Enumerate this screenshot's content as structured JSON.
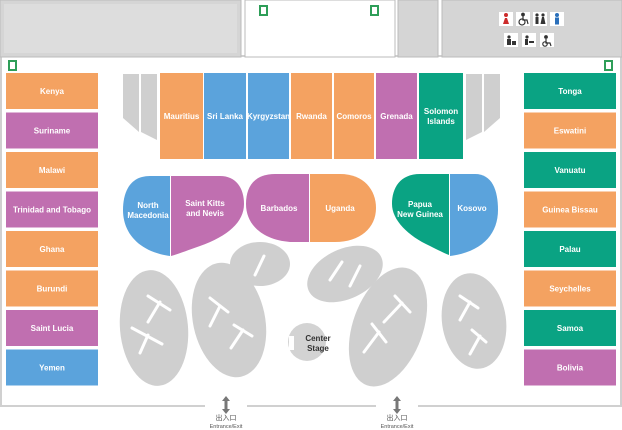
{
  "colors": {
    "orange": "#f4a261",
    "purple": "#c06fb0",
    "blue": "#5ba3dc",
    "teal": "#0aa383",
    "gray": "#cfcfcf",
    "gray_dark": "#bdbdbd",
    "wall": "#d5d5d5",
    "exit_sign": "#2e9e58"
  },
  "left_booths": [
    {
      "label": "Kenya",
      "color": "orange"
    },
    {
      "label": "Suriname",
      "color": "purple"
    },
    {
      "label": "Malawi",
      "color": "orange"
    },
    {
      "label": "Trinidad and Tobago",
      "color": "purple"
    },
    {
      "label": "Ghana",
      "color": "orange"
    },
    {
      "label": "Burundi",
      "color": "orange"
    },
    {
      "label": "Saint Lucia",
      "color": "purple"
    },
    {
      "label": "Yemen",
      "color": "blue"
    }
  ],
  "right_booths": [
    {
      "label": "Tonga",
      "color": "teal"
    },
    {
      "label": "Eswatini",
      "color": "orange"
    },
    {
      "label": "Vanuatu",
      "color": "teal"
    },
    {
      "label": "Guinea Bissau",
      "color": "orange"
    },
    {
      "label": "Palau",
      "color": "teal"
    },
    {
      "label": "Seychelles",
      "color": "orange"
    },
    {
      "label": "Samoa",
      "color": "teal"
    },
    {
      "label": "Bolivia",
      "color": "purple"
    }
  ],
  "top_booths": [
    {
      "label": "Mauritius",
      "color": "orange"
    },
    {
      "label": "Sri Lanka",
      "color": "blue"
    },
    {
      "label": "Kyrgyzstan",
      "color": "blue"
    },
    {
      "label": "Rwanda",
      "color": "orange"
    },
    {
      "label": "Comoros",
      "color": "orange"
    },
    {
      "label": "Grenada",
      "color": "purple"
    },
    {
      "label": "Solomon\nIslands",
      "color": "teal"
    }
  ],
  "island_booths": [
    {
      "label": "North\nMacedonia",
      "color": "blue"
    },
    {
      "label": "Saint Kitts\nand Nevis",
      "color": "purple"
    },
    {
      "label": "Barbados",
      "color": "purple"
    },
    {
      "label": "Uganda",
      "color": "orange"
    },
    {
      "label": "Papua\nNew Guinea",
      "color": "teal"
    },
    {
      "label": "Kosovo",
      "color": "blue"
    }
  ],
  "center_stage": "Center\nStage",
  "entrances": [
    {
      "jp": "出入口",
      "en": "Entrance/Exit"
    },
    {
      "jp": "出入口",
      "en": "Entrance/Exit"
    }
  ],
  "restroom_icons": [
    "female-restroom-icon",
    "wheelchair-icon",
    "family-restroom-icon",
    "male-restroom-icon",
    "baby-changing-icon",
    "nursing-room-icon",
    "accessible-restroom-icon"
  ],
  "exit_icons": [
    "emergency-exit-icon"
  ]
}
